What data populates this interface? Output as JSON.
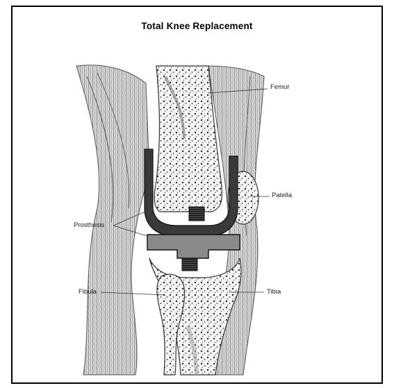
{
  "diagram": {
    "title": "Total Knee Replacement",
    "labels": {
      "femur": "Femur",
      "patella": "Patella",
      "prosthesis": "Prosthesis",
      "fibula": "Fibula",
      "tibia": "Tibia"
    }
  }
}
